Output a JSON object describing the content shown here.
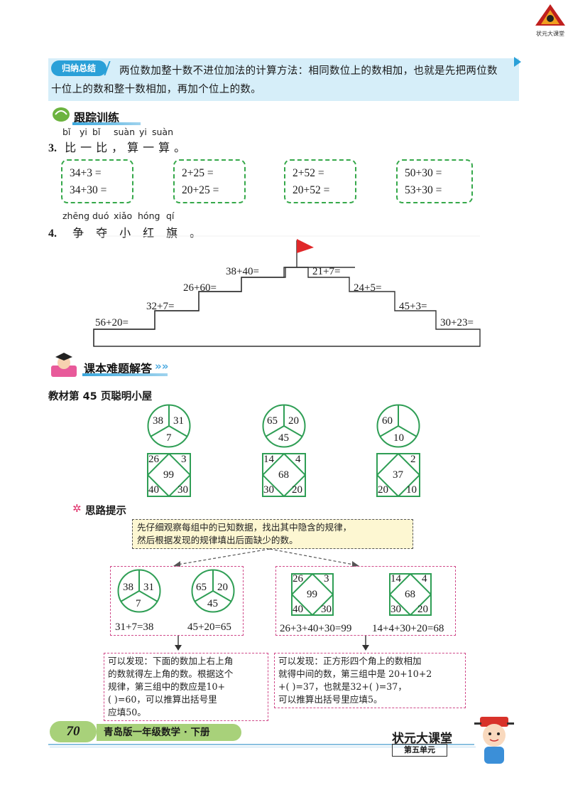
{
  "logo": {
    "caption": "状元大课堂"
  },
  "summary": {
    "badge": "归纳总结",
    "line1": "两位数加整十数不进位加法的计算方法：相同数位上的数相加，也就是先把两位数",
    "line2": "十位上的数和整十数相加，再加个位上的数。"
  },
  "practice": {
    "title": "跟踪训练"
  },
  "q3": {
    "pinyin": [
      "bǐ",
      "yi",
      "bǐ",
      "suàn",
      "yi",
      "suàn"
    ],
    "number": "3.",
    "text": "比一比，算一算。",
    "boxes": [
      {
        "line1": "34+3 =",
        "line2": "34+30 ="
      },
      {
        "line1": "2+25 =",
        "line2": "20+25 ="
      },
      {
        "line1": "2+52 =",
        "line2": "20+52 ="
      },
      {
        "line1": "50+30 =",
        "line2": "53+30 ="
      }
    ]
  },
  "q4": {
    "pinyin": [
      "zhēng",
      "duó",
      "xiǎo",
      "hóng",
      "qí"
    ],
    "number": "4.",
    "text": "争夺小红旗。",
    "steps_left": [
      "56+20=",
      "32+7=",
      "26+60=",
      "38+40="
    ],
    "steps_right": [
      "21+7=",
      "24+5=",
      "45+3=",
      "30+23="
    ],
    "flag_color": "#e0282a"
  },
  "textbook": {
    "title": "课本难题解答",
    "subtitle_prefix": "教材第",
    "page": "45",
    "subtitle_suffix": "页聪明小屋",
    "circles": [
      {
        "a": "38",
        "b": "31",
        "c": "7"
      },
      {
        "a": "65",
        "b": "20",
        "c": "45"
      },
      {
        "a": "60",
        "b": "",
        "c": "10"
      }
    ],
    "squares": [
      {
        "tl": "26",
        "tr": "3",
        "center": "99",
        "bl": "40",
        "br": "30"
      },
      {
        "tl": "14",
        "tr": "4",
        "center": "68",
        "bl": "30",
        "br": "20"
      },
      {
        "tl": "",
        "tr": "2",
        "center": "37",
        "bl": "20",
        "br": "10"
      }
    ]
  },
  "hint": {
    "title": "思路提示",
    "intro_line1": "先仔细观察每组中的已知数据，找出其中隐含的规律，",
    "intro_line2": "然后根据发现的规律填出后面缺少的数。",
    "left_eq1": "31+7=38",
    "left_eq2": "45+20=65",
    "right_eq1": "26+3+40+30=99",
    "right_eq2": "14+4+30+20=68",
    "left_tip": [
      "可以发现：下面的数加上右上角",
      "的数就得左上角的数。根据这个",
      "规律，第三组中的数应是10+",
      "(      )=60，可以推算出括号里",
      "应填50。"
    ],
    "right_tip": [
      "可以发现：正方形四个角上的数相加",
      "就得中间的数，第三组中是 20+10+2",
      "+(      )=37，也就是32+(      )=37，",
      "可以推算出括号里应填5。"
    ]
  },
  "footer": {
    "page_number": "70",
    "book": "青岛版一年级数学 · 下册",
    "brand": "状元大课堂",
    "unit": "第五单元"
  }
}
